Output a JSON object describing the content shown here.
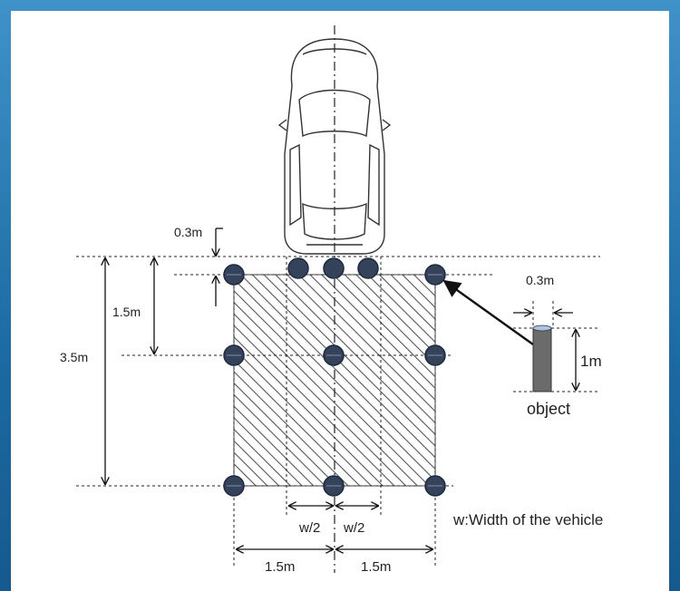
{
  "diagram": {
    "labels": {
      "dim_top_gap": "0.3m",
      "dim_half_depth": "1.5m",
      "dim_total_depth": "3.5m",
      "object_width": "0.3m",
      "object_height": "1m",
      "object_caption": "object",
      "half_width_left": "w/2",
      "half_width_right": "w/2",
      "lateral_left": "1.5m",
      "lateral_right": "1.5m",
      "legend": "w:Width of the vehicle"
    },
    "colors": {
      "frame": "#1f6fa8",
      "point_fill": "#34425a",
      "point_stroke": "#1a2a40",
      "hatch": "#555555",
      "object_fill": "#6b6b6b"
    },
    "icons": [
      "car-top-view-icon",
      "measurement-point-icon",
      "object-pole-icon"
    ]
  }
}
